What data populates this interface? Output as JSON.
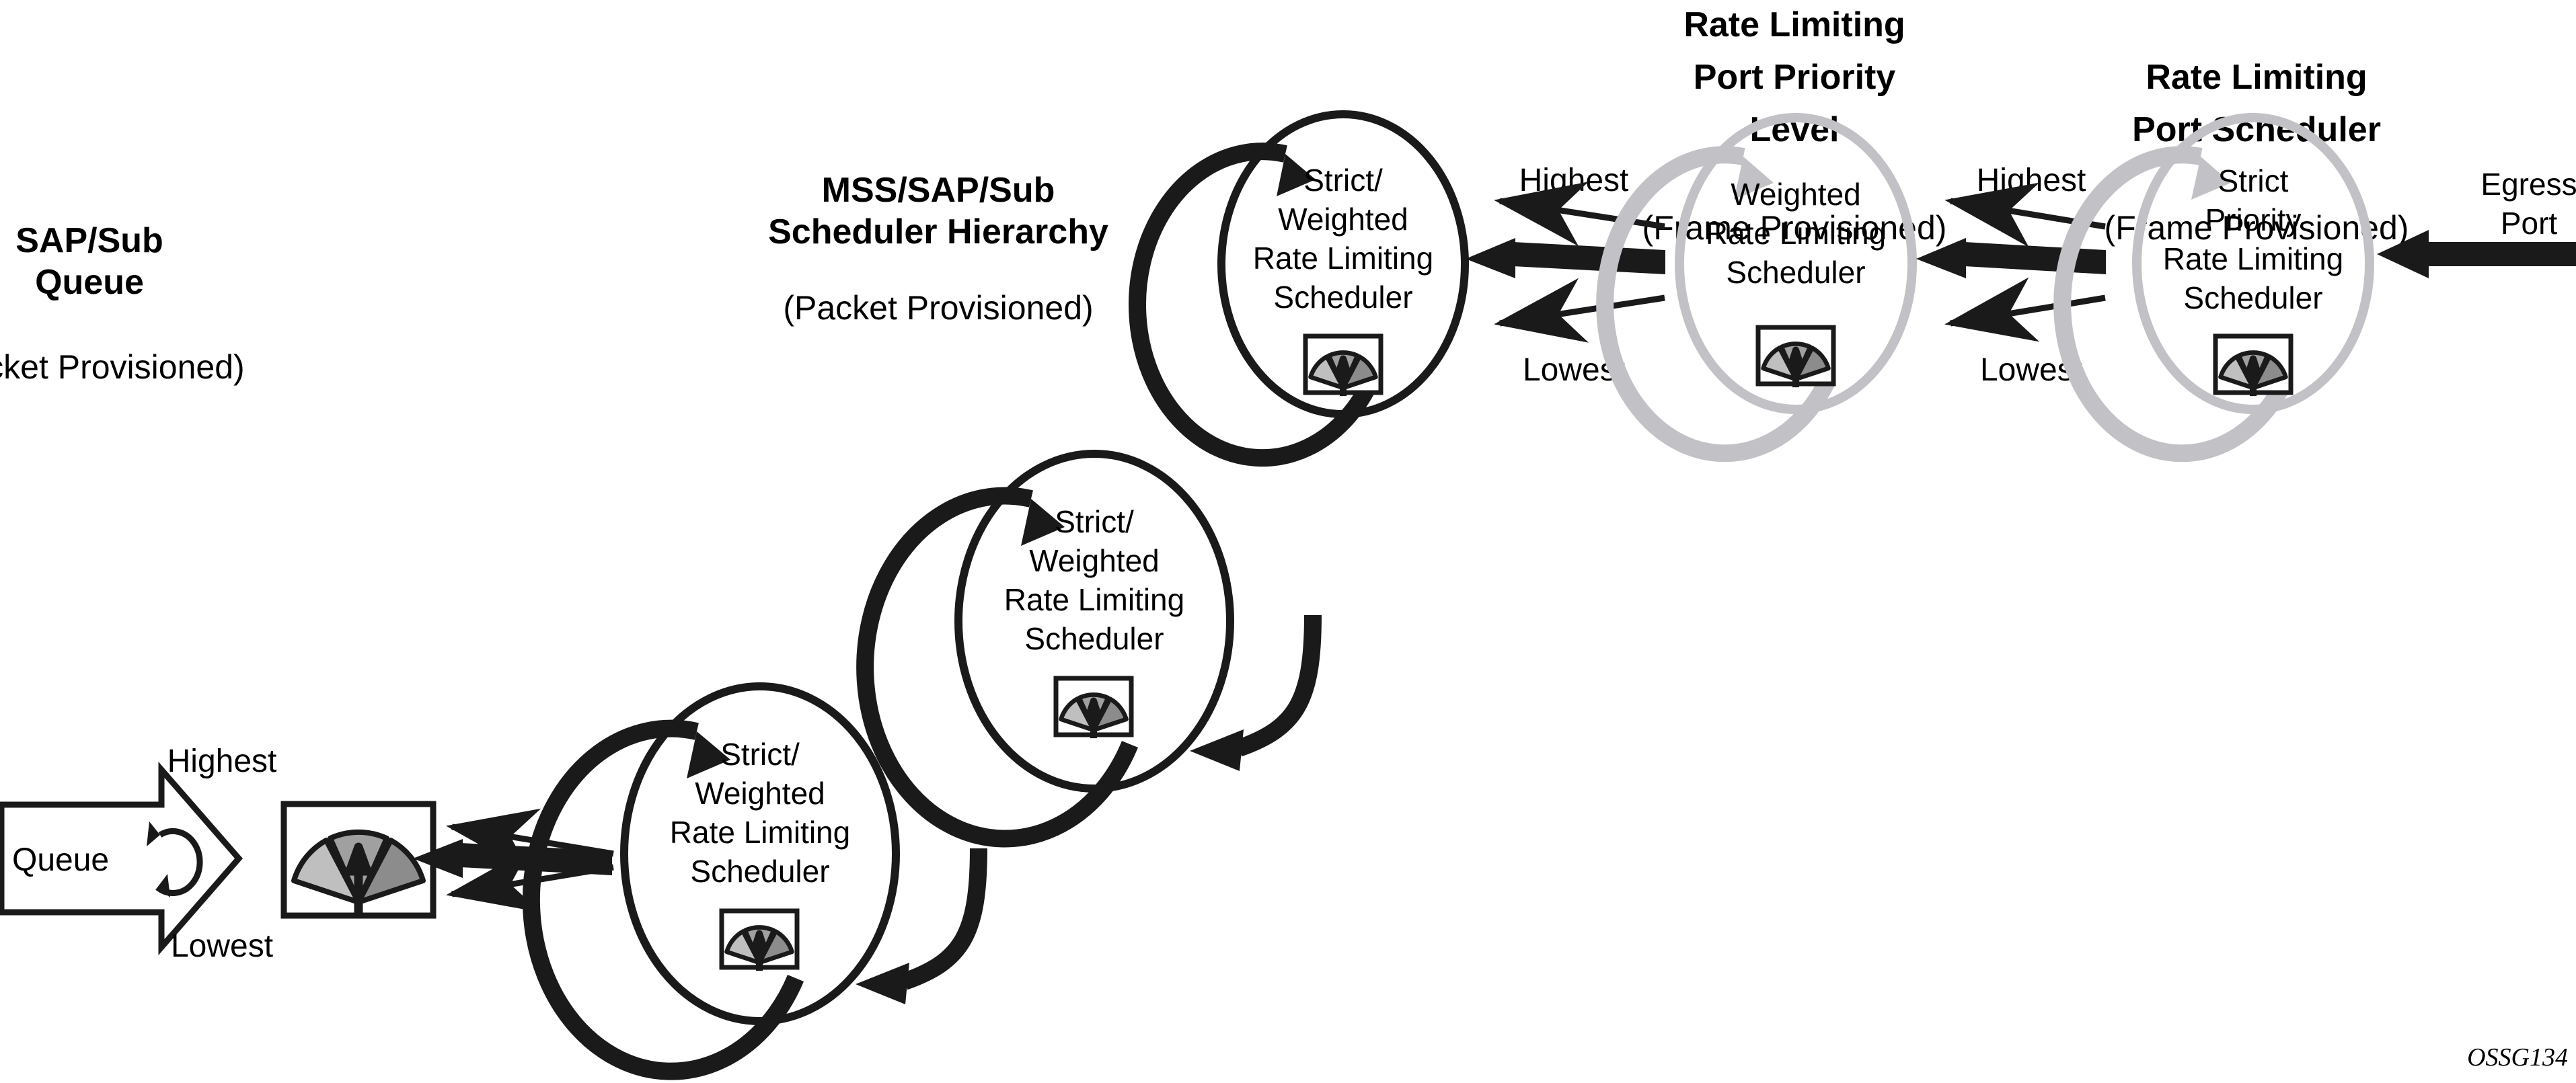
{
  "figure": {
    "id_label": "OSSG134",
    "colors": {
      "black": "#1a1a1a",
      "light_gray_ellipse": "#c2c2c6",
      "gauge_light": "#bfbfbf",
      "gauge_mid": "#a0a0a0",
      "gauge_dark": "#8c8c8c",
      "background": "#ffffff"
    }
  },
  "headers": [
    {
      "key": "sap_sub_queue",
      "line1": "SAP/Sub",
      "line2": "Queue",
      "line3": "",
      "subtitle": "(Packet Provisioned)"
    },
    {
      "key": "mss_sap_sub_hierarchy",
      "line1": "MSS/SAP/Sub",
      "line2": "Scheduler Hierarchy",
      "line3": "",
      "subtitle": "(Packet Provisioned)"
    },
    {
      "key": "rate_limiting_port_priority_level",
      "line1": "Rate Limiting",
      "line2": "Port Priority",
      "line3": "Level",
      "subtitle": "(Frame Provisioned)"
    },
    {
      "key": "rate_limiting_port_scheduler",
      "line1": "Rate Limiting",
      "line2": "Port Scheduler",
      "line3": "",
      "subtitle": "(Frame Provisioned)"
    }
  ],
  "queue_block": {
    "label": "Queue",
    "icon": "circular-arrow-icon"
  },
  "queue_gauge": {
    "icon": "rate-meter-gauge-icon"
  },
  "schedulers": [
    {
      "key": "sched-1",
      "lines": [
        "Strict/",
        "Weighted",
        "Rate Limiting",
        "Scheduler"
      ],
      "style": "black",
      "gauge_icon": "rate-meter-gauge-icon"
    },
    {
      "key": "sched-2",
      "lines": [
        "Strict/",
        "Weighted",
        "Rate Limiting",
        "Scheduler"
      ],
      "style": "black",
      "gauge_icon": "rate-meter-gauge-icon"
    },
    {
      "key": "sched-3",
      "lines": [
        "Strict/",
        "Weighted",
        "Rate Limiting",
        "Scheduler"
      ],
      "style": "black",
      "gauge_icon": "rate-meter-gauge-icon"
    },
    {
      "key": "sched-4",
      "lines": [
        "Weighted",
        "Rate Limiting",
        "Scheduler"
      ],
      "style": "gray",
      "gauge_icon": "rate-meter-gauge-icon"
    },
    {
      "key": "sched-5",
      "lines": [
        "Strict",
        "Priority",
        "Rate Limiting",
        "Scheduler"
      ],
      "style": "gray",
      "gauge_icon": "rate-meter-gauge-icon"
    }
  ],
  "priority_fans": [
    {
      "key": "fan-queue",
      "highest": "Highest",
      "lowest": "Lowest"
    },
    {
      "key": "fan-mid",
      "highest": "Highest",
      "lowest": "Lowest"
    },
    {
      "key": "fan-right",
      "highest": "Highest",
      "lowest": "Lowest"
    }
  ],
  "egress": {
    "line1": "Egress",
    "line2": "Port"
  }
}
